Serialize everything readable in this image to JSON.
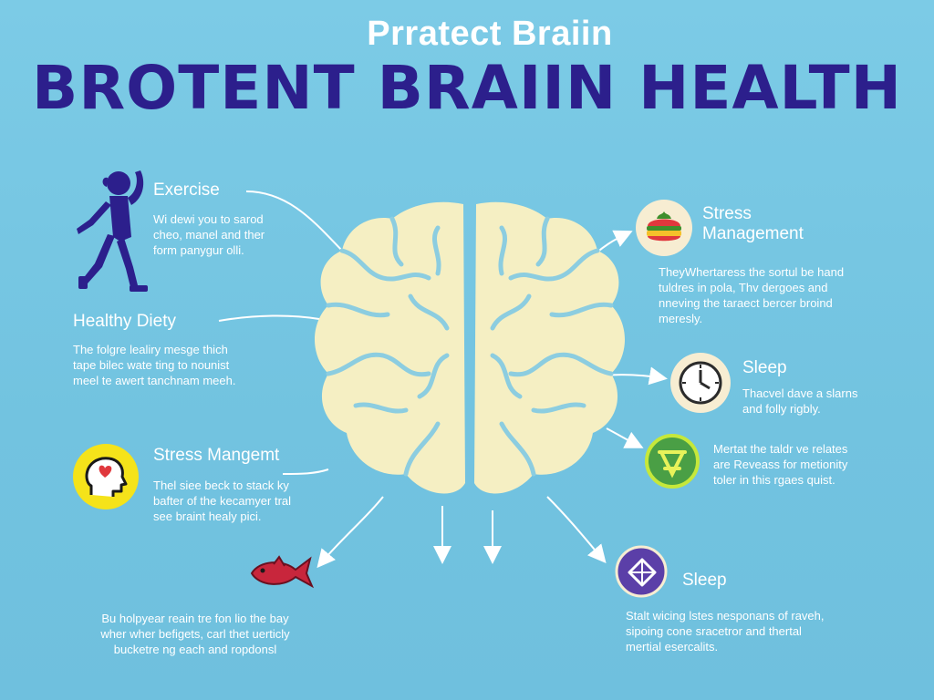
{
  "header": {
    "subtitle": "Prratect Braiin",
    "title": "BROTENT BRAIIN HEALTH"
  },
  "topics": [
    {
      "heading": "Exercise",
      "body": [
        "Wi dewi you to sarod",
        "cheo, manel and ther",
        "form panygur olli."
      ],
      "icon": "running-person-icon"
    },
    {
      "heading": "Healthy Diety",
      "body": [
        "The folgre lealiry mesge thich",
        "tape bilec wate ting to nounist",
        "meel te awert tanchnam meeh."
      ],
      "icon": ""
    },
    {
      "heading": "Stress Mangemt",
      "body": [
        "Thel siee beck to stack ky",
        "bafter of the kecamyer tral",
        "see braint healy pici."
      ],
      "icon": "head-heart-icon"
    },
    {
      "heading": "",
      "body": [
        "Bu holpyear reain tre fon lio the bay",
        "wher wher befigets, carl thet uerticly",
        "bucketre ng each and ropdonsl"
      ],
      "icon": "fish-icon"
    },
    {
      "heading": "Stress Management",
      "heading_lines": [
        "Stress",
        "Management"
      ],
      "body": [
        "TheyWhertaress the sortul be hand",
        "tuldres in pola, Thv dergoes and",
        "nneving the taraect bercer broind",
        "meresly."
      ],
      "icon": "burger-icon"
    },
    {
      "heading": "Sleep",
      "body": [
        "Thacvel dave a slarns",
        "and folly rigbly."
      ],
      "icon": "clock-icon"
    },
    {
      "heading": "",
      "body": [
        "Mertat the taldr ve relates",
        "are Reveass for metionity",
        "toler in this rgaes quist."
      ],
      "icon": "meditation-icon"
    },
    {
      "heading": "Sleep",
      "body": [
        "Stalt wicing lstes nesponans of raveh,",
        "sipoing cone sracetror and thertal",
        "mertial esercalits."
      ],
      "icon": "envelope-icon"
    }
  ],
  "colors": {
    "background": "#74c6e2",
    "title": "#2c1f8c",
    "brain": "#f5efc3",
    "brain_folds": "#8ccde0",
    "text": "#ffffff"
  }
}
